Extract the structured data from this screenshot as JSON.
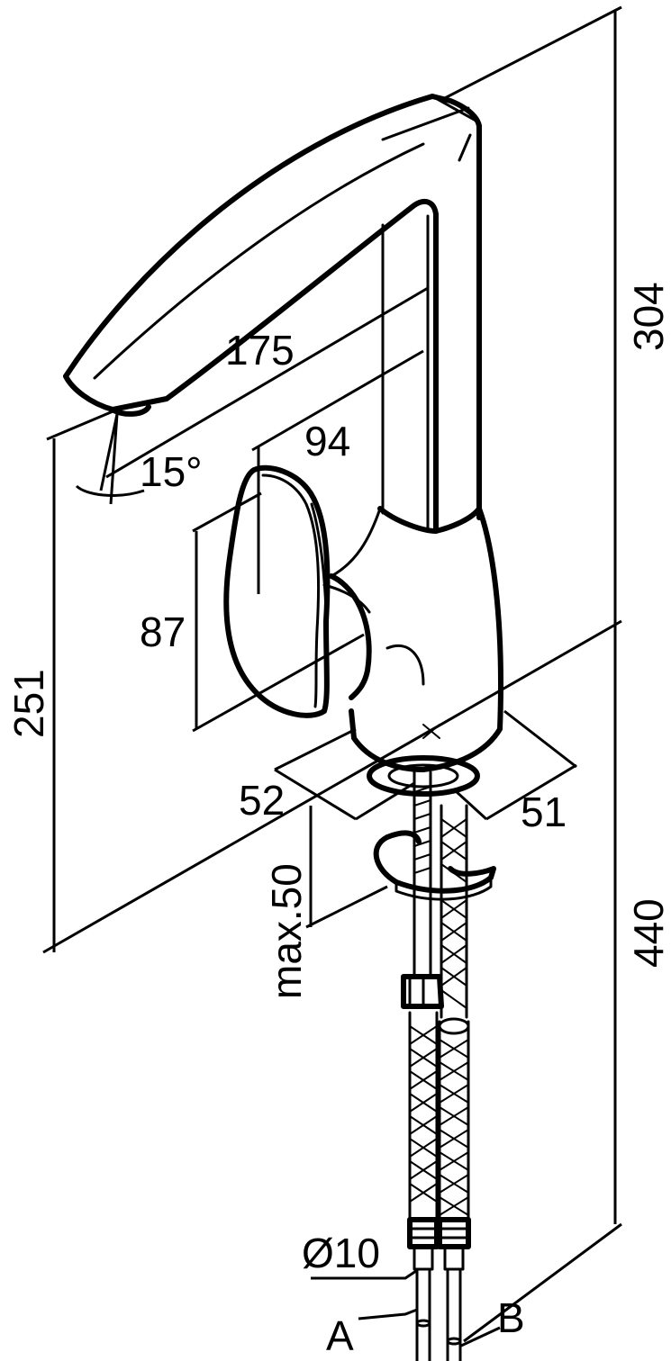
{
  "dimensions": {
    "spout_reach": "175",
    "body_reach": "94",
    "spout_angle": "15°",
    "handle_height": "87",
    "spout_height": "251",
    "overall_height": "304",
    "hose_length": "440",
    "base_depth": "52",
    "base_width": "51",
    "max_counter_thickness": "max.50",
    "hose_diameter": "Ø10"
  },
  "connections": {
    "hose_a": "A",
    "hose_b": "B"
  }
}
